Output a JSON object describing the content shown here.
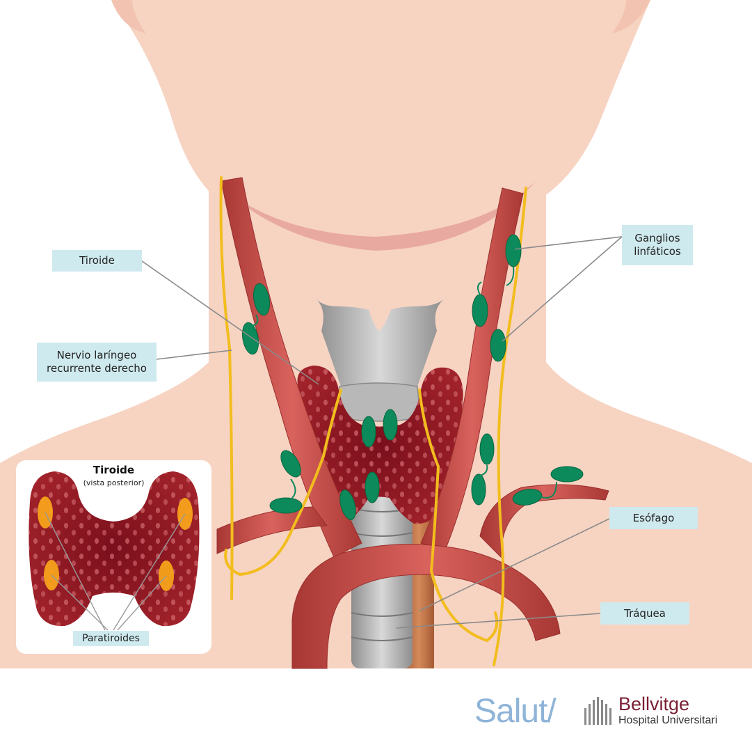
{
  "labels": {
    "tiroide": "Tiroide",
    "nervio_line1": "Nervio laríngeo",
    "nervio_line2": "recurrente derecho",
    "ganglios_line1": "Ganglios",
    "ganglios_line2": "linfáticos",
    "esofago": "Esófago",
    "traquea": "Tráquea"
  },
  "inset": {
    "title": "Tiroide",
    "subtitle": "(vista posterior)",
    "paratiroides": "Paratiroides"
  },
  "logo": {
    "salut": "Salut/",
    "bellvitge": "Bellvitge",
    "hospital": "Hospital Universitari"
  },
  "colors": {
    "skin": "#f7d3c2",
    "chin_shadow": "#e8a9a1",
    "artery": "#c44a46",
    "thyroid": "#8e1520",
    "lymph_node": "#0c8a5c",
    "nerve": "#f2bd1e",
    "trachea": "#b9b9b9",
    "esophagus": "#c97b4d",
    "label_bg": "#cfeaee",
    "parathyroid": "#f7a21b"
  }
}
